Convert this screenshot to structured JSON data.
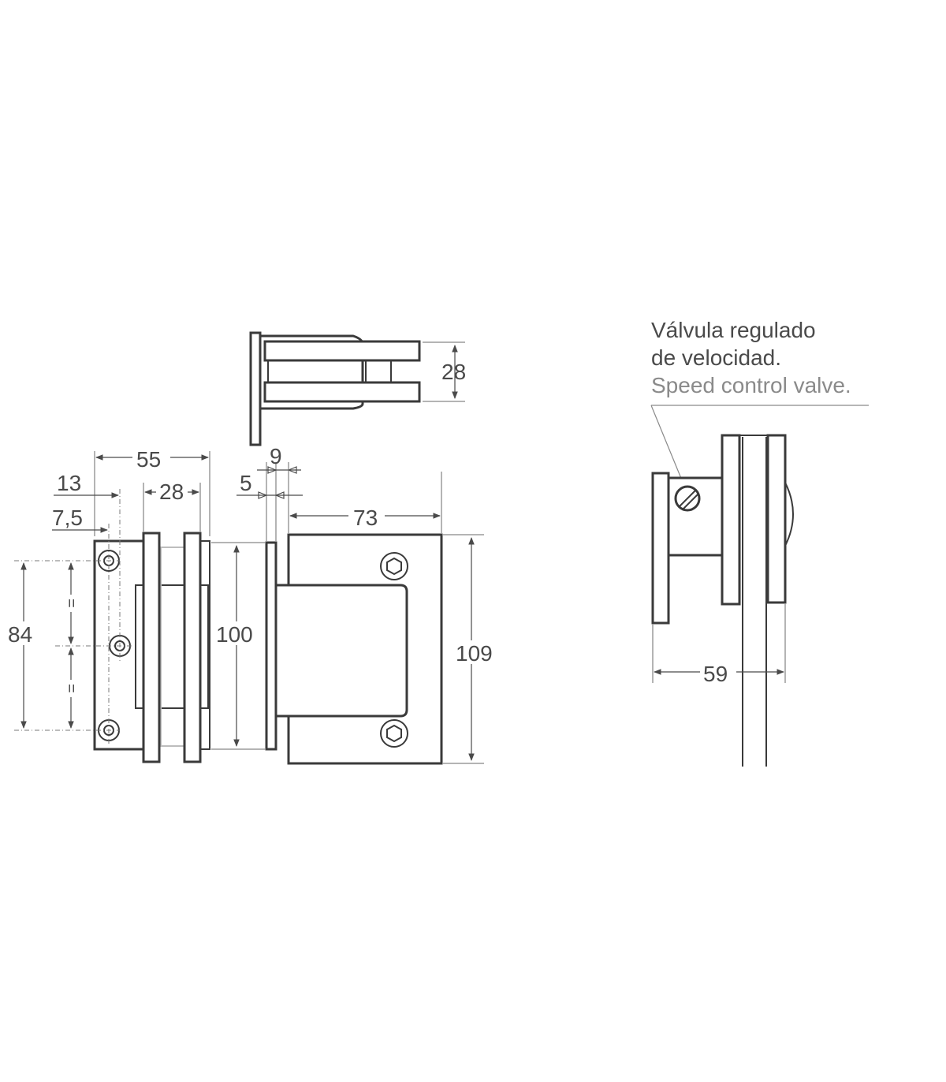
{
  "front_view_dimensions": {
    "overall_width": "55",
    "hole_offset": "13",
    "clamp_width": "28",
    "edge_offset": "7,5",
    "hole_spacing": "84",
    "equal_mark": "=",
    "clamp_height": "100",
    "flange_gap": "9",
    "flange_thickness": "5",
    "wall_plate_width": "73",
    "wall_plate_height": "109"
  },
  "top_view_dimensions": {
    "depth": "28"
  },
  "side_view": {
    "label_es_line1": "Válvula regulado",
    "label_es_line2": "de velocidad.",
    "label_en": "Speed control valve.",
    "width": "59"
  }
}
